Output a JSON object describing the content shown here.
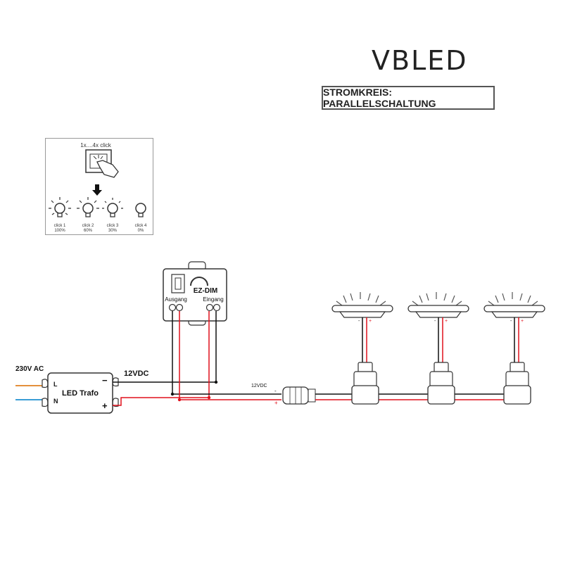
{
  "brand": "VBLED",
  "title": "STROMKREIS: PARALLELSCHALTUNG",
  "legend": {
    "clicks_label": "1x....4x click",
    "levels": [
      {
        "label": "click 1",
        "value": "100%"
      },
      {
        "label": "click 2",
        "value": "60%"
      },
      {
        "label": "click 3",
        "value": "30%"
      },
      {
        "label": "click 4",
        "value": "0%"
      }
    ]
  },
  "dimmer": {
    "name": "EZ-DIM",
    "out_label": "Ausgang",
    "in_label": "Eingang"
  },
  "transformer": {
    "name": "LED Trafo",
    "l": "L",
    "n": "N",
    "minus": "−",
    "plus": "+"
  },
  "labels": {
    "ac_input": "230V AC",
    "dc_trafo": "12VDC",
    "dc_line": "12VDC",
    "minus": "-",
    "plus": "+"
  },
  "colors": {
    "red": "#e0101c",
    "black": "#111111",
    "brown": "#e08020",
    "blue": "#1e8fd0"
  }
}
